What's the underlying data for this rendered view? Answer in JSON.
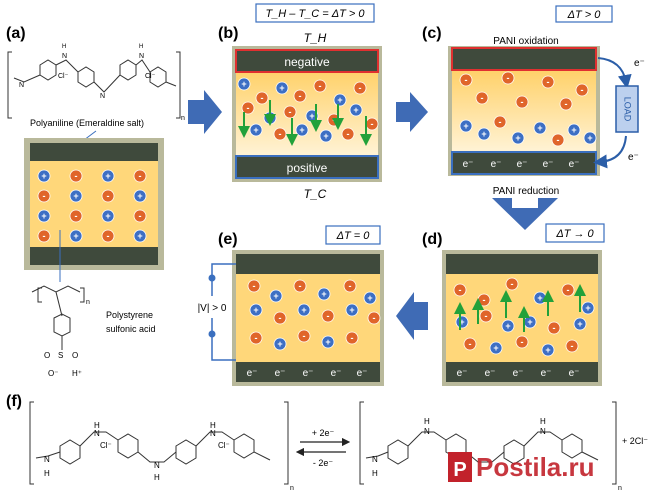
{
  "panel_labels": {
    "a": "(a)",
    "b": "(b)",
    "c": "(c)",
    "d": "(d)",
    "e": "(e)",
    "f": "(f)"
  },
  "panel_a": {
    "polymer_name": "Polyaniline (Emeraldine salt)",
    "dopant_name_line1": "Polystyrene",
    "dopant_name_line2": "sulfonic acid",
    "subscript_n": "n",
    "atom_N": "N",
    "atom_H": "H",
    "atom_Cl": "Cl⁻",
    "atom_S": "S",
    "atom_O": "O",
    "atom_O_minus": "O⁻",
    "atom_H_plus": "H⁺"
  },
  "panel_b": {
    "condition": "T_H – T_C = ΔT > 0",
    "top_temp": "T_H",
    "bottom_temp": "T_C",
    "top_electrode": "negative",
    "bottom_electrode": "positive"
  },
  "panel_c": {
    "condition": "ΔT > 0",
    "top_label": "PANI oxidation",
    "bottom_label": "PANI reduction",
    "load": "LOAD",
    "electron": "e⁻"
  },
  "panel_d": {
    "condition": "ΔT → 0",
    "electron": "e⁻"
  },
  "panel_e": {
    "condition": "ΔT = 0",
    "voltage": "|V| > 0",
    "electron": "e⁻"
  },
  "panel_f": {
    "forward": "+ 2e⁻",
    "reverse": "- 2e⁻",
    "byproduct": "+ 2Cl⁻",
    "subscript_n": "n",
    "atom_N": "N",
    "atom_H": "H",
    "atom_Cl": "Cl⁻"
  },
  "watermark": "Postila.ru",
  "colors": {
    "electrolyte": "#ffd77a",
    "electrode": "#3f4a3c",
    "frame": "#b9b99b",
    "hot_border": "#e03030",
    "cold_border": "#3a6fbf",
    "anion": "#e0652a",
    "cation": "#3d6fc4",
    "arrow_green": "#22a13a",
    "flow_arrow": "#3f6bb5"
  }
}
